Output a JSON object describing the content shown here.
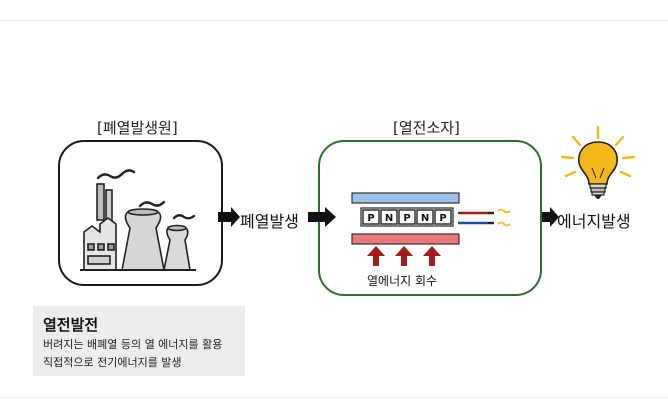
{
  "labels": {
    "source": "[폐열발생원]",
    "element": "[열전소자]",
    "waste_heat": "폐열발생",
    "energy_out": "에너지발생",
    "recovery": "열에너지 회수"
  },
  "pn_cells": [
    "P",
    "N",
    "P",
    "N",
    "P"
  ],
  "note": {
    "title": "열전발전",
    "line1": "버려지는 배폐열 등의 열 에너지를 활용",
    "line2": "직접적으로 전기에너지를 발생"
  },
  "colors": {
    "panel_green": "#2c6e2c",
    "plate_blue": "#9cc3ea",
    "plate_red": "#e8787a",
    "arrow_red": "#a11c1c",
    "bulb": "#f4b81d"
  }
}
